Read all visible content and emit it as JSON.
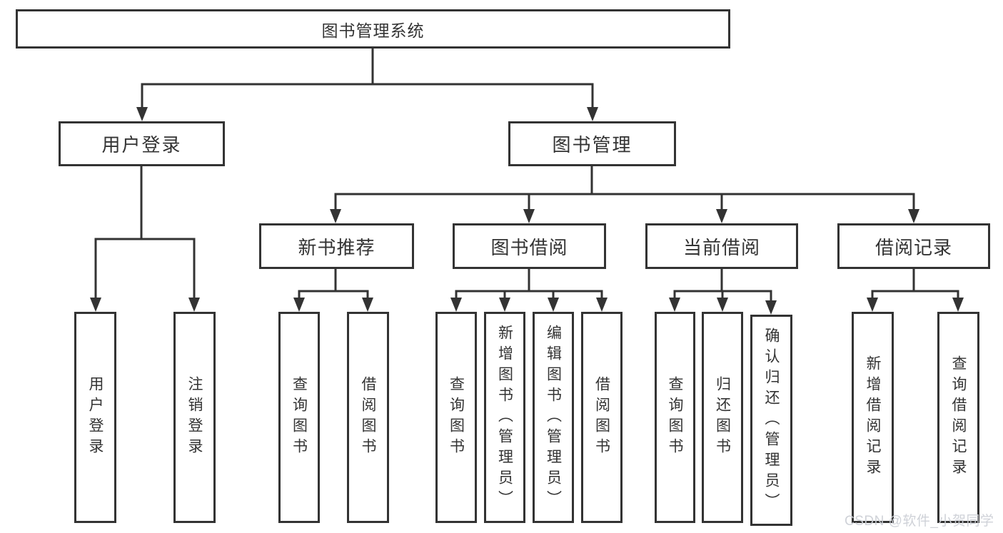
{
  "tree": {
    "label": "图书管理系统",
    "children": [
      {
        "label": "用户登录",
        "children": [
          {
            "label": "用户登录"
          },
          {
            "label": "注销登录"
          }
        ]
      },
      {
        "label": "图书管理",
        "children": [
          {
            "label": "新书推荐",
            "children": [
              {
                "label": "查询图书"
              },
              {
                "label": "借阅图书"
              }
            ]
          },
          {
            "label": "图书借阅",
            "children": [
              {
                "label": "查询图书"
              },
              {
                "label": "新增图书（管理员）"
              },
              {
                "label": "编辑图书（管理员）"
              },
              {
                "label": "借阅图书"
              }
            ]
          },
          {
            "label": "当前借阅",
            "children": [
              {
                "label": "查询图书"
              },
              {
                "label": "归还图书"
              },
              {
                "label": "确认归还（管理员）"
              }
            ]
          },
          {
            "label": "借阅记录",
            "children": [
              {
                "label": "新增借阅记录"
              },
              {
                "label": "查询借阅记录"
              }
            ]
          }
        ]
      }
    ]
  },
  "watermark": {
    "text": "CSDN @软件_小贺同学"
  },
  "colors": {
    "line": "#333333",
    "text": "#333333",
    "watermark": "#ccd0d6",
    "background": "#ffffff"
  }
}
